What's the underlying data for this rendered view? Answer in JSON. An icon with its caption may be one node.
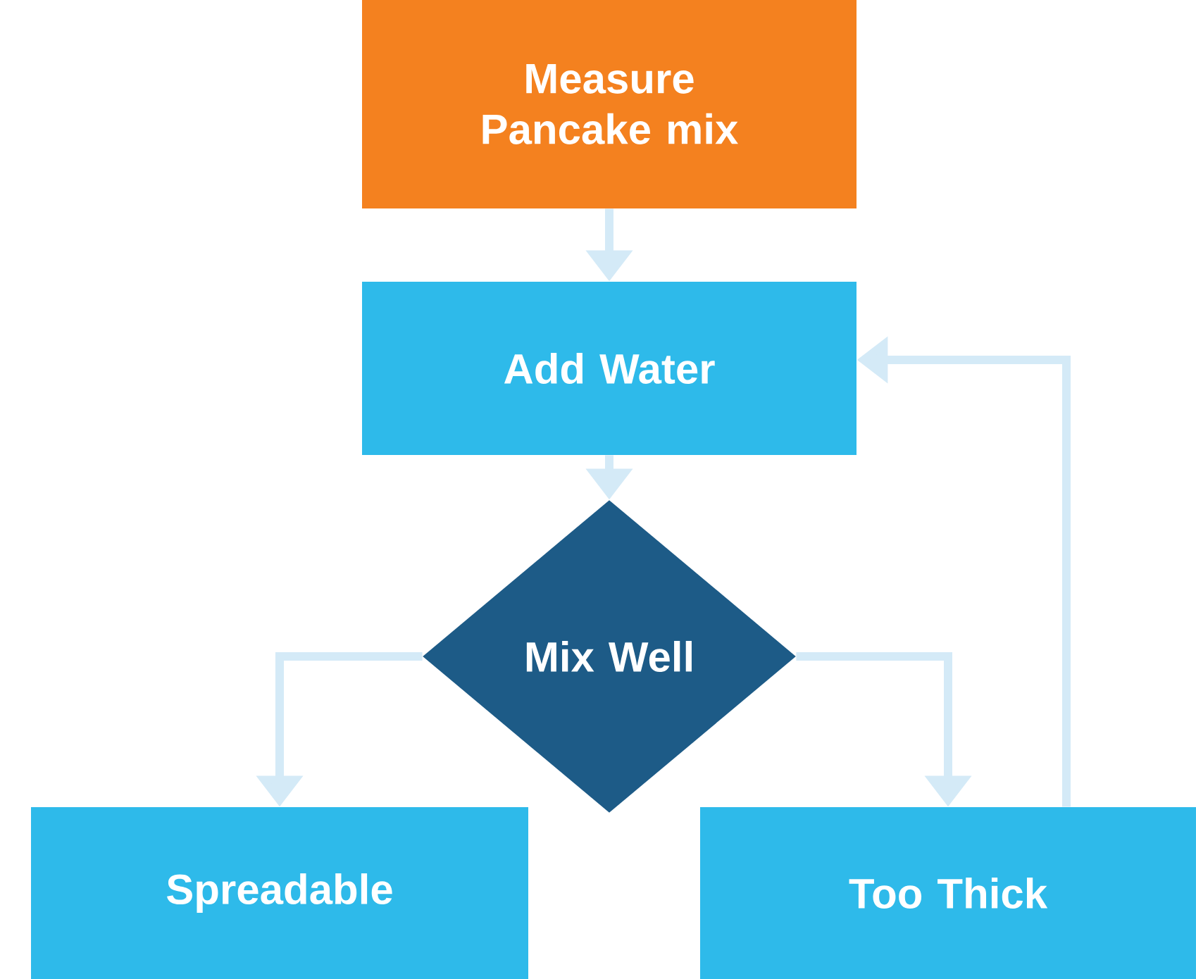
{
  "diagram": {
    "nodes": [
      {
        "text": [
          "Measure Pancake mix"
        ]
      },
      {
        "text": [
          "Add Water"
        ]
      },
      {
        "text": [
          "Mix Well"
        ]
      },
      {
        "text": [
          "Spreadable"
        ]
      },
      {
        "text": [
          "Too Thick"
        ]
      }
    ],
    "edges": [
      {
        "from": 0,
        "to": 1,
        "arrow": "to"
      },
      {
        "from": 1,
        "to": 2,
        "arrow": "to"
      },
      {
        "from": 2,
        "to": 3,
        "arrow": "to"
      },
      {
        "from": 2,
        "to": 4,
        "arrow": "to"
      },
      {
        "from": 4,
        "to": 1,
        "arrow": "to"
      }
    ]
  }
}
